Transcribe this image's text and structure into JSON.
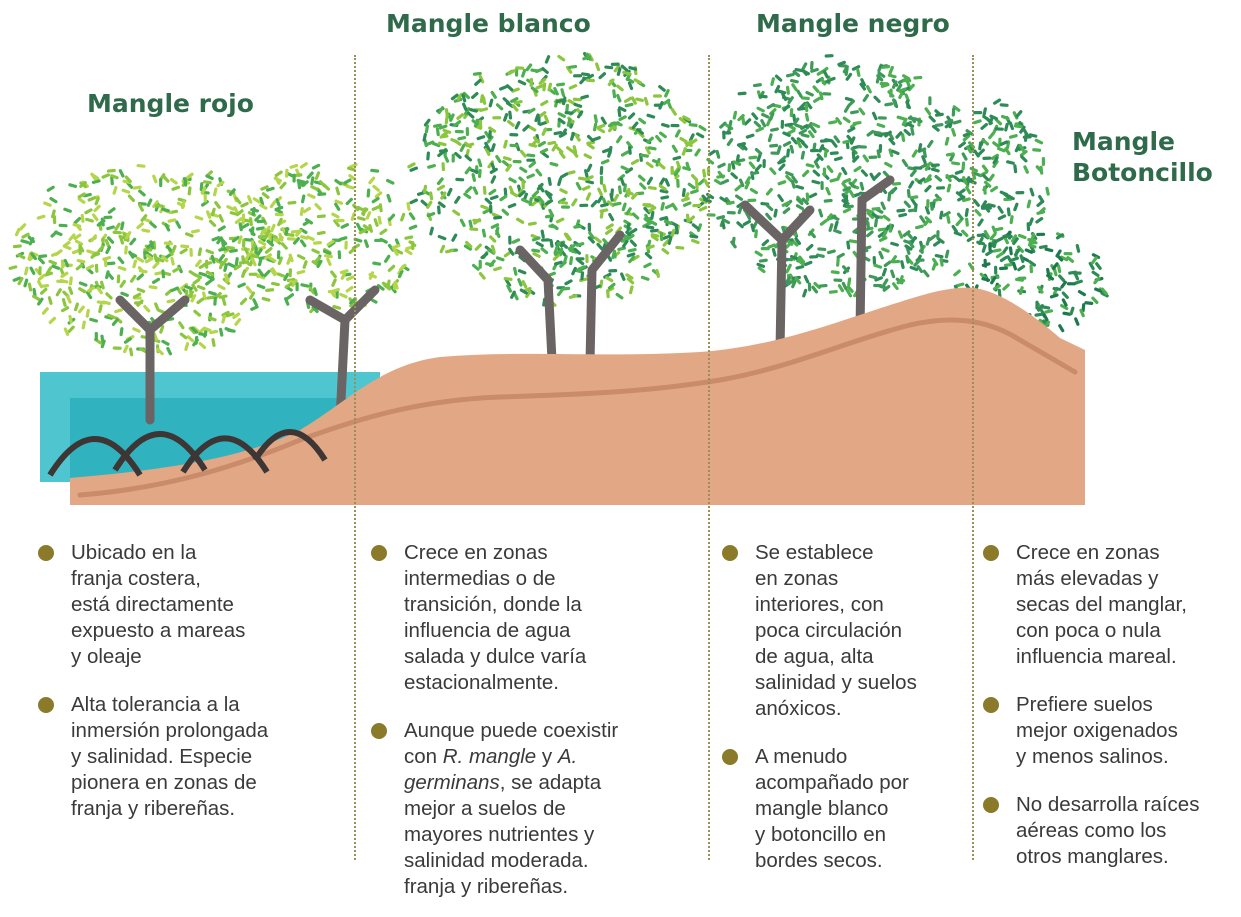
{
  "colors": {
    "title": "#2f6b4b",
    "bullet": "#8a7a2a",
    "soil": "#e2a885",
    "soil_line": "#c98b6a",
    "water": "#4fc6cf",
    "water_deep": "#1aa3b3",
    "trunk": "#6b6464",
    "foliage_light": "#8cc63f",
    "foliage_mid": "#4caf50",
    "foliage_dark": "#2e8b57",
    "divider": "#9a8f55"
  },
  "zones": [
    {
      "title": "Mangle rojo",
      "bullets": [
        "Ubicado en la\nfranja costera,\nestá directamente\nexpuesto a mareas\n y oleaje",
        "Alta tolerancia a la\ninmersión prolongada\ny salinidad. Especie\npionera en zonas de\nfranja y ribereñas."
      ]
    },
    {
      "title": "Mangle blanco",
      "bullets": [
        "Crece en zonas\nintermedias o de\ntransición, donde la\ninfluencia de agua\nsalada y dulce varía\nestacionalmente.",
        {
          "parts": [
            {
              "text": "Aunque puede coexistir\ncon ",
              "italic": false
            },
            {
              "text": "R. mangle",
              "italic": true
            },
            {
              "text": " y ",
              "italic": false
            },
            {
              "text": "A.\ngerminans",
              "italic": true
            },
            {
              "text": ", se adapta\nmejor a suelos de\nmayores nutrientes y\nsalinidad moderada.\nfranja y ribereñas.",
              "italic": false
            }
          ]
        }
      ]
    },
    {
      "title": "Mangle negro",
      "bullets": [
        "Se establece\nen zonas\ninteriores, con\npoca circulación\nde agua, alta\nsalinidad y suelos\nanóxicos.",
        "A menudo\nacompañado por\nmangle blanco\ny botoncillo en\nbordes secos."
      ]
    },
    {
      "title": "Mangle\nBotoncillo",
      "bullets": [
        "Crece en zonas\nmás elevadas y\nsecas del manglar,\ncon poca o nula\ninfluencia mareal.",
        "Prefiere suelos\nmejor oxigenados\ny menos salinos.",
        "No desarrolla raíces\naéreas como los\notros manglares."
      ]
    }
  ]
}
